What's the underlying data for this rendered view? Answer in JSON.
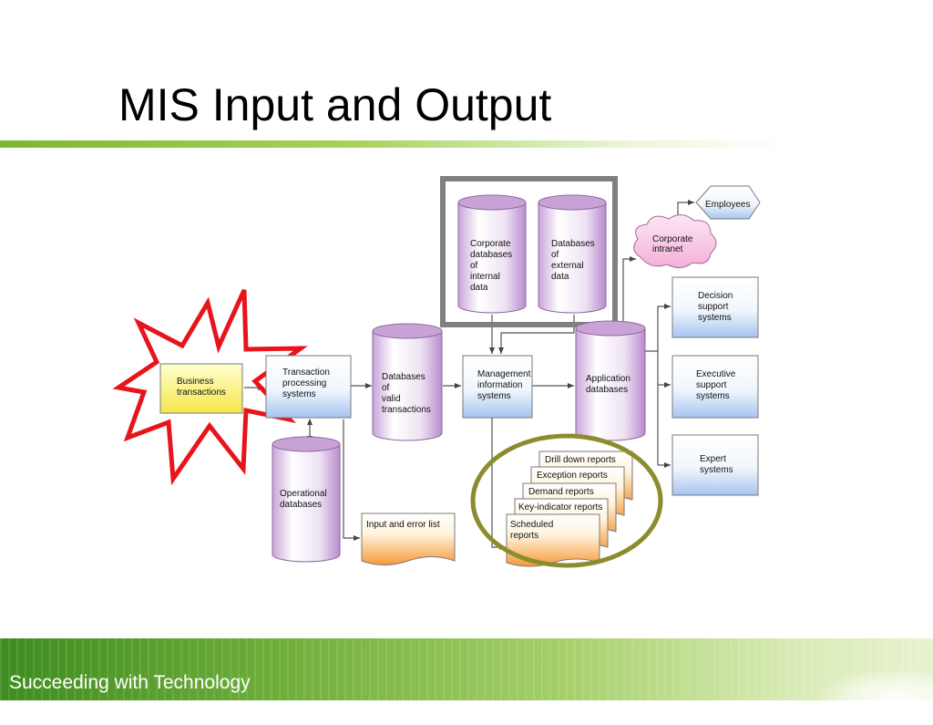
{
  "slide": {
    "title": "MIS Input and Output",
    "footer": "Succeeding with Technology"
  },
  "diagram": {
    "business_transactions": [
      "Business",
      "transactions"
    ],
    "transaction_processing": [
      "Transaction",
      "processing",
      "systems"
    ],
    "databases_valid": [
      "Databases",
      "of",
      "valid",
      "transactions"
    ],
    "mis": [
      "Management",
      "information",
      "systems"
    ],
    "corporate_internal": [
      "Corporate",
      "databases",
      "of",
      "internal",
      "data"
    ],
    "external_data": [
      "Databases",
      "of",
      "external",
      "data"
    ],
    "application_databases": [
      "Application",
      "databases"
    ],
    "operational_databases": [
      "Operational",
      "databases"
    ],
    "input_error_list": "Input and error list",
    "employees": "Employees",
    "corporate_intranet": [
      "Corporate",
      "intranet"
    ],
    "decision_support": [
      "Decision",
      "support",
      "systems"
    ],
    "executive_support": [
      "Executive",
      "support",
      "systems"
    ],
    "expert_systems": [
      "Expert",
      "systems"
    ],
    "reports": [
      "Drill down reports",
      "Exception reports",
      "Demand reports",
      "Key-indicator reports"
    ],
    "scheduled_reports": [
      "Scheduled",
      "reports"
    ]
  },
  "colors": {
    "starburst": "#e8141c",
    "highlight_box": "#808080",
    "highlight_ellipse": "#8c8c2e",
    "title_bar": "#7cb82f"
  }
}
